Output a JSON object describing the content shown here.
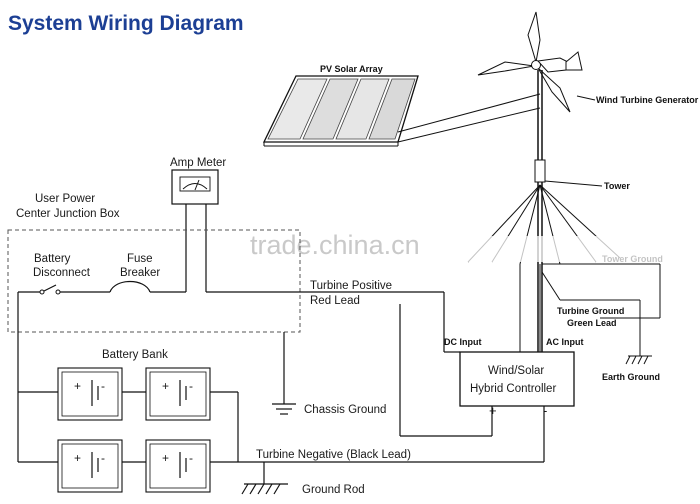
{
  "title": "System Wiring Diagram",
  "labels": {
    "pv_solar_array": "PV Solar Array",
    "wind_turbine_generator": "Wind Turbine Generator",
    "tower": "Tower",
    "tower_ground": "Tower Ground",
    "turbine_ground": "Turbine Ground",
    "green_lead": "Green Lead",
    "earth_ground": "Earth Ground",
    "amp_meter": "Amp Meter",
    "user_power_line1": "User Power",
    "user_power_line2": "Center Junction Box",
    "battery_disconnect_line1": "Battery",
    "battery_disconnect_line2": "Disconnect",
    "fuse_breaker_line1": "Fuse",
    "fuse_breaker_line2": "Breaker",
    "turbine_positive": "Turbine Positive",
    "red_lead": "Red Lead",
    "dc_input": "DC Input",
    "ac_input": "AC Input",
    "controller_line1": "Wind/Solar",
    "controller_line2": "Hybrid Controller",
    "plus": "+",
    "minus": "-",
    "battery_bank": "Battery Bank",
    "chassis_ground": "Chassis Ground",
    "turbine_negative": "Turbine Negative  (Black Lead)",
    "ground_rod": "Ground Rod",
    "battery_plus": "+",
    "battery_minus": "-"
  },
  "watermark": "trade.china.cn"
}
